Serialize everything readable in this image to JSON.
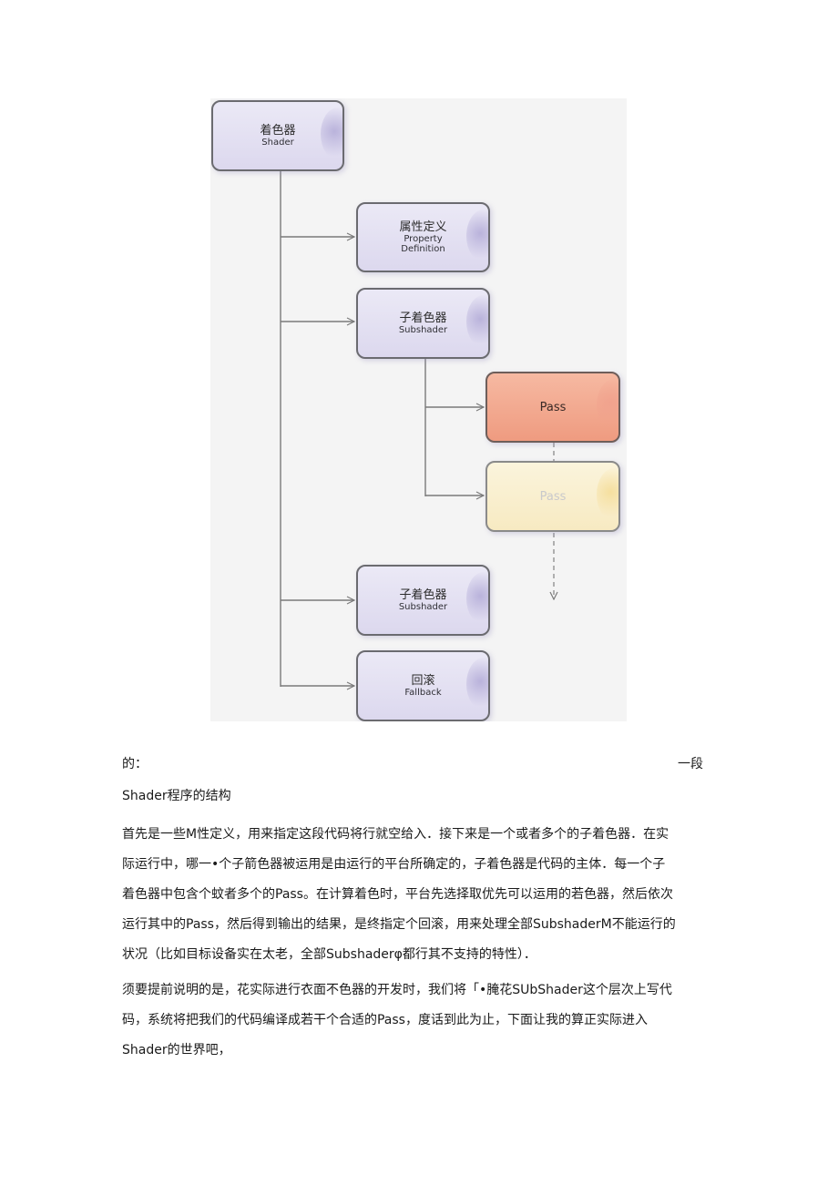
{
  "diagram": {
    "nodes": {
      "shader": {
        "zh": "着色器",
        "en": "Shader"
      },
      "property": {
        "zh": "属性定义",
        "en1": "Property",
        "en2": "Definition"
      },
      "subshader1": {
        "zh": "子着色器",
        "en": "Subshader"
      },
      "pass1": {
        "en": "Pass"
      },
      "pass2": {
        "en": "Pass"
      },
      "subshader2": {
        "zh": "子着色器",
        "en": "Subshader"
      },
      "fallback": {
        "zh": "回滚",
        "en": "Fallback"
      }
    }
  },
  "text": {
    "caption_left": "的：",
    "caption_right": "一段",
    "heading": "Shader程序的结构",
    "para1_lines": [
      "首先是一些M性定义，用来指定这段代码将行就空给入．接下来是一个或者多个的子着色器．在实",
      "际运行中，哪一•个子箭色器被运用是由运行的平台所确定的，子着色器是代码的主体．每一个子",
      "着色器中包含个蚊者多个的Pass。在计算着色时，平台先选择取优先可以运用的若色器，然后依次",
      "运行其中的Pass，然后得到输出的结果，是终指定个回滚，用来处理全部SubshaderM不能运行的",
      "状况（比如目标设备实在太老，全部Subshaderφ都行其不支持的特性）．"
    ],
    "para2_lines": [
      "须要提前说明的是，花实际进行衣面不色器的开发时，我们将「•腌花SUbShader这个层次上写代",
      "码，系统将把我们的代码编译成若干个合适的Pass，度话到此为止，下面让我的算正实际进入",
      "Shader的世界吧，"
    ]
  }
}
